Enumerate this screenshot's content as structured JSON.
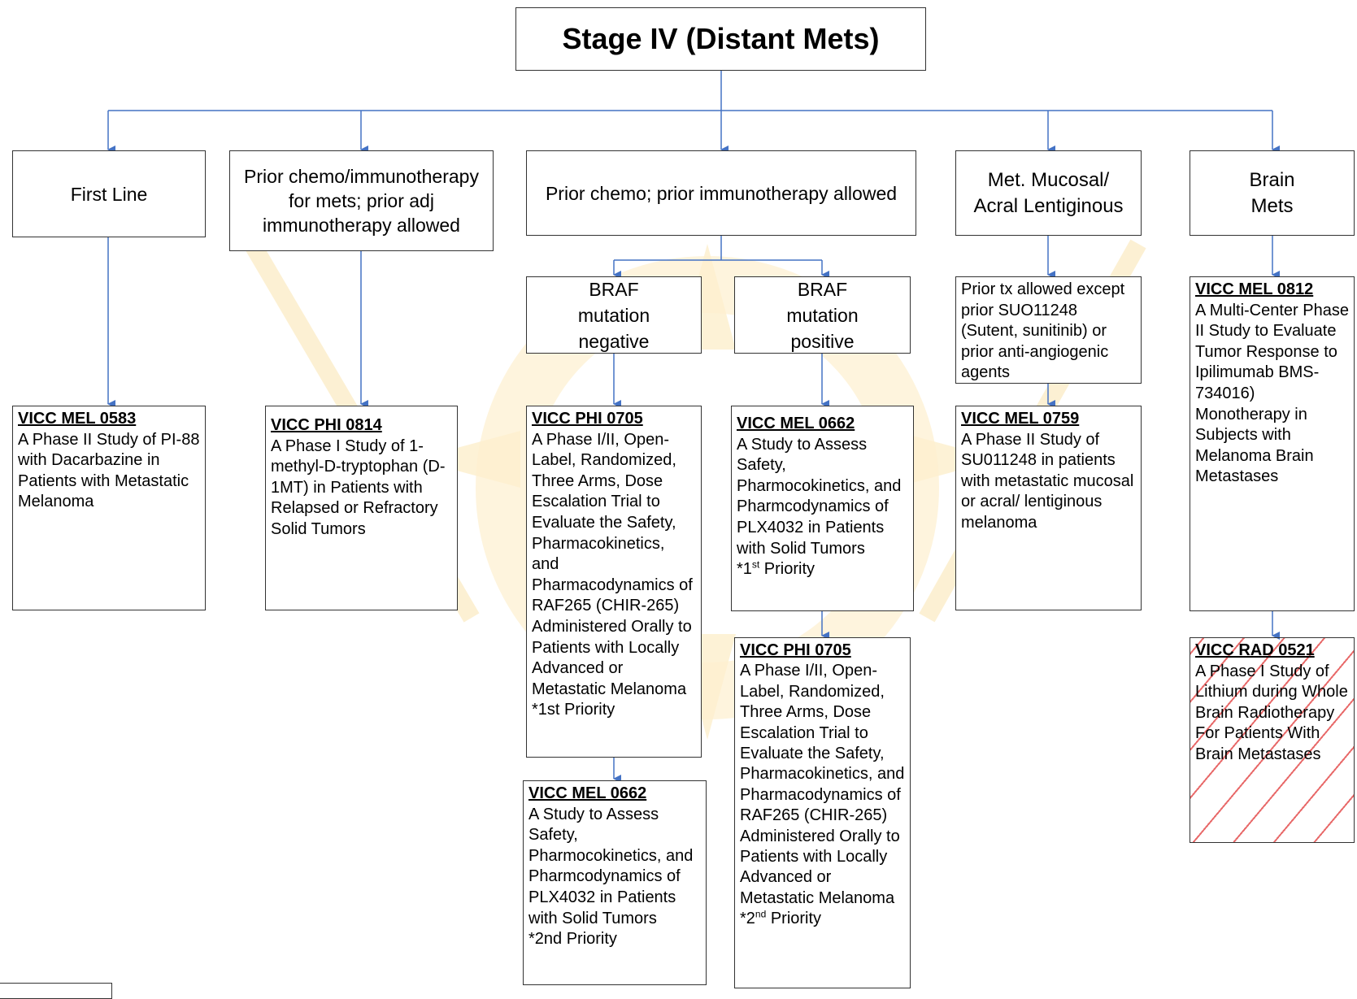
{
  "title": "Stage IV (Distant Mets)",
  "categories": {
    "first_line": "First Line",
    "prior_chemo_immuno": "Prior chemo/immunotherapy for mets; prior adj immunotherapy allowed",
    "prior_chemo": "Prior chemo; prior immunotherapy allowed",
    "mucosal": "Met. Mucosal/ Acral Lentiginous",
    "brain": "Brain Mets"
  },
  "subcategories": {
    "braf_neg": "BRAF mutation negative",
    "braf_pos": "BRAF mutation positive",
    "mucosal_prior": "Prior tx allowed except prior SUO11248 (Sutent, sunitinib) or prior anti-angiogenic agents"
  },
  "trials": {
    "mel0583": {
      "id": "VICC MEL 0583",
      "desc": "A Phase II Study of PI-88 with Dacarbazine in Patients with Metastatic Melanoma"
    },
    "phi0814": {
      "id": "VICC PHI 0814",
      "desc": "A Phase I Study of 1-methyl-D-tryptophan (D-1MT) in Patients with Relapsed or Refractory Solid Tumors"
    },
    "phi0705_a": {
      "id": "VICC PHI 0705",
      "desc": "A Phase I/II, Open-Label, Randomized, Three Arms, Dose Escalation Trial to Evaluate the Safety, Pharmacokinetics, and Pharmacodynamics of RAF265 (CHIR-265) Administered Orally to Patients with Locally Advanced or Metastatic Melanoma",
      "priority": "*1st Priority"
    },
    "mel0662_a": {
      "id": "VICC MEL 0662",
      "desc": "A Study to Assess Safety, Pharmocokinetics, and Pharmcodynamics of PLX4032 in Patients with Solid Tumors",
      "priority": "*2nd Priority"
    },
    "mel0662_b": {
      "id": "VICC MEL 0662",
      "desc": "A Study to Assess Safety, Pharmocokinetics, and Pharmcodynamics of PLX4032 in Patients with Solid Tumors",
      "priority_prefix": "*1",
      "priority_sup": "st",
      "priority_suffix": " Priority"
    },
    "phi0705_b": {
      "id": "VICC PHI 0705",
      "desc": "A Phase I/II, Open-Label, Randomized, Three Arms, Dose Escalation Trial to Evaluate the Safety, Pharmacokinetics, and Pharmacodynamics of RAF265 (CHIR-265) Administered Orally to Patients with Locally Advanced or Metastatic Melanoma",
      "priority_prefix": "*2",
      "priority_sup": "nd",
      "priority_suffix": " Priority"
    },
    "mel0759": {
      "id": "VICC MEL 0759",
      "desc": "A Phase II Study of SU011248 in patients with metastatic mucosal or acral/ lentiginous melanoma"
    },
    "mel0812": {
      "id": "VICC MEL 0812",
      "desc": "A Multi-Center Phase II Study to Evaluate Tumor Response to Ipilimumab BMS-734016) Monotherapy in Subjects with Melanoma Brain Metastases"
    },
    "rad0521": {
      "id": "VICC RAD 0521",
      "desc": "A Phase I Study of Lithium during Whole Brain Radiotherapy For Patients With Brain Metastases"
    }
  },
  "colors": {
    "connector": "#4472c4",
    "box_border": "#333333",
    "watermark": "#fbe5b0",
    "hatch": "#e86a6a"
  }
}
